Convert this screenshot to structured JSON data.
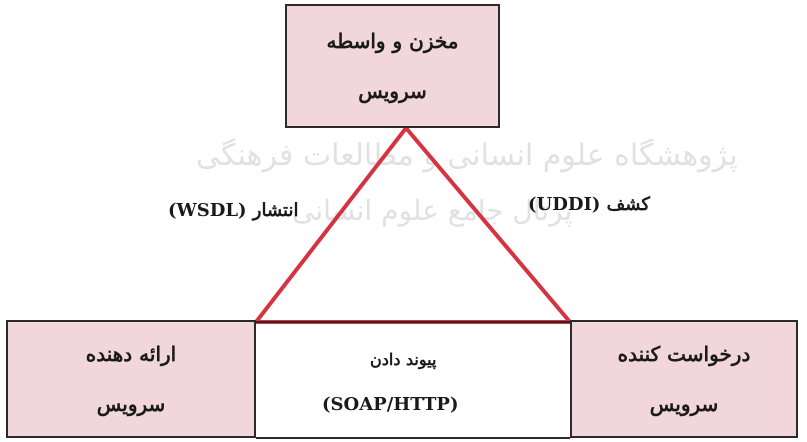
{
  "diagram": {
    "registry": {
      "line1": "مخزن و واسطه",
      "line2": "سرویس"
    },
    "provider": {
      "line1": "ارائه دهنده",
      "line2": "سرویس"
    },
    "requester": {
      "line1": "درخواست کننده",
      "line2": "سرویس"
    },
    "edges": {
      "publish": "انتشار (WSDL)",
      "discover": "کشف (UDDI)",
      "bind_line1": "پیوند دادن",
      "bind_line2": "(SOAP/HTTP)"
    },
    "colors": {
      "box_fill": "#f1d7dc",
      "triangle_stroke": "#d6323f",
      "box_border": "#2b2b2b"
    }
  },
  "watermark": {
    "line1": "پژوهشگاه علوم انسانی و مطالعات فرهنگی",
    "line2": "پرتال جامع علوم انسانی"
  }
}
